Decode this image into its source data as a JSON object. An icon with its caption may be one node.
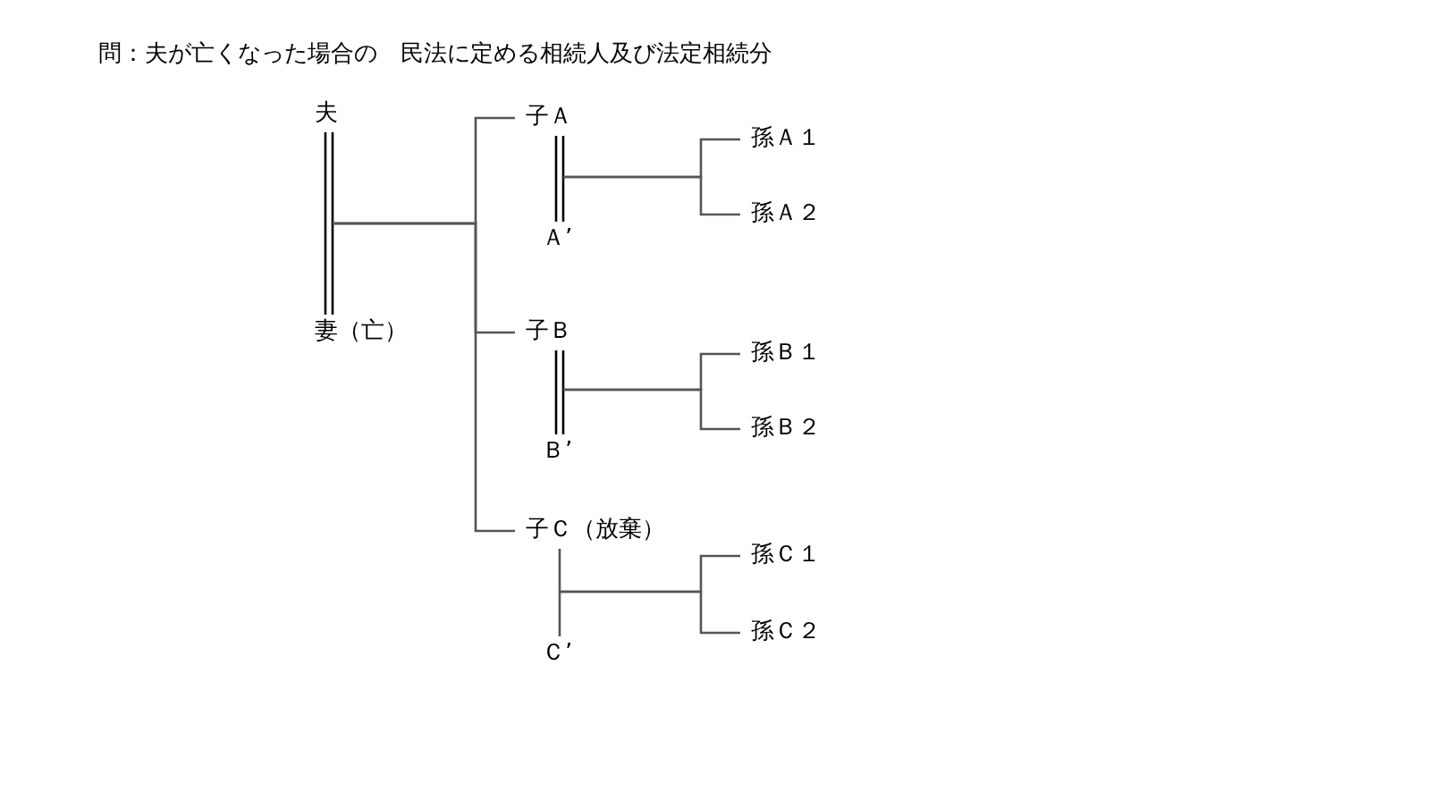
{
  "diagram": {
    "title": "問：夫が亡くなった場合の　民法に定める相続人及び法定相続分",
    "nodes": [
      {
        "text": [
          "夫"
        ]
      },
      {
        "text": [
          "妻（亡）"
        ]
      },
      {
        "text": [
          "子Ａ"
        ]
      },
      {
        "text": [
          "Ａ’"
        ]
      },
      {
        "text": [
          "子Ｂ"
        ]
      },
      {
        "text": [
          "Ｂ’"
        ]
      },
      {
        "text": [
          "子Ｃ（放棄）"
        ]
      },
      {
        "text": [
          "Ｃ’"
        ]
      },
      {
        "text": [
          "孫Ａ１"
        ]
      },
      {
        "text": [
          "孫Ａ２"
        ]
      },
      {
        "text": [
          "孫Ｂ１"
        ]
      },
      {
        "text": [
          "孫Ｂ２"
        ]
      },
      {
        "text": [
          "孫Ｃ１"
        ]
      },
      {
        "text": [
          "孫Ｃ２"
        ]
      }
    ],
    "edges": [
      {
        "from": 0,
        "to": 1,
        "arrow": "none"
      },
      {
        "from": 2,
        "to": 3,
        "arrow": "none"
      },
      {
        "from": 4,
        "to": 5,
        "arrow": "none"
      },
      {
        "from": 6,
        "to": 7,
        "arrow": "none"
      },
      {
        "from": null,
        "to": 2,
        "arrow": "none"
      },
      {
        "from": null,
        "to": 4,
        "arrow": "none"
      },
      {
        "from": null,
        "to": 6,
        "arrow": "none"
      },
      {
        "from": null,
        "to": 8,
        "arrow": "none"
      },
      {
        "from": null,
        "to": 9,
        "arrow": "none"
      },
      {
        "from": null,
        "to": 10,
        "arrow": "none"
      },
      {
        "from": null,
        "to": 11,
        "arrow": "none"
      },
      {
        "from": null,
        "to": 12,
        "arrow": "none"
      },
      {
        "from": null,
        "to": 13,
        "arrow": "none"
      }
    ]
  }
}
